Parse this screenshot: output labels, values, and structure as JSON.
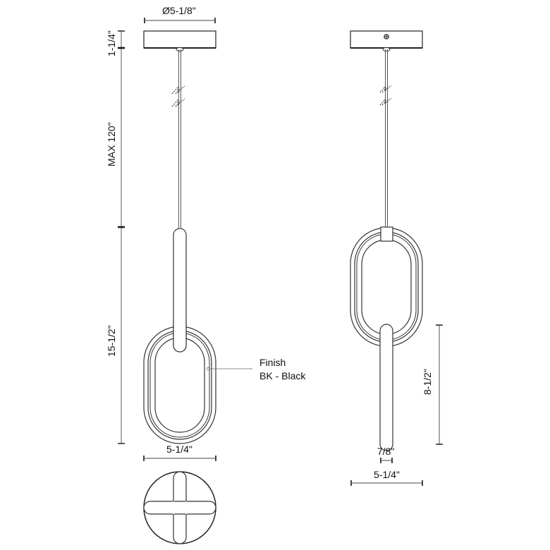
{
  "drawing": {
    "title": "Pendant light dimension drawing",
    "front_view": {
      "canopy_diameter": "Ø5-1/8\"",
      "canopy_height": "1-1/4\"",
      "max_cord_length": "MAX 120\"",
      "fixture_height": "15-1/2\"",
      "ring_width": "5-1/4\""
    },
    "side_view": {
      "rod_length": "8-1/2\"",
      "rod_diameter": "7/8\"",
      "ring_width": "5-1/4\""
    },
    "finish_callout": {
      "label": "Finish",
      "value": "BK - Black"
    },
    "bottom_view": {
      "shape": "circle-with-cross"
    },
    "colors": {
      "line": "#333333",
      "dim_line": "#555555",
      "background": "#ffffff"
    }
  }
}
